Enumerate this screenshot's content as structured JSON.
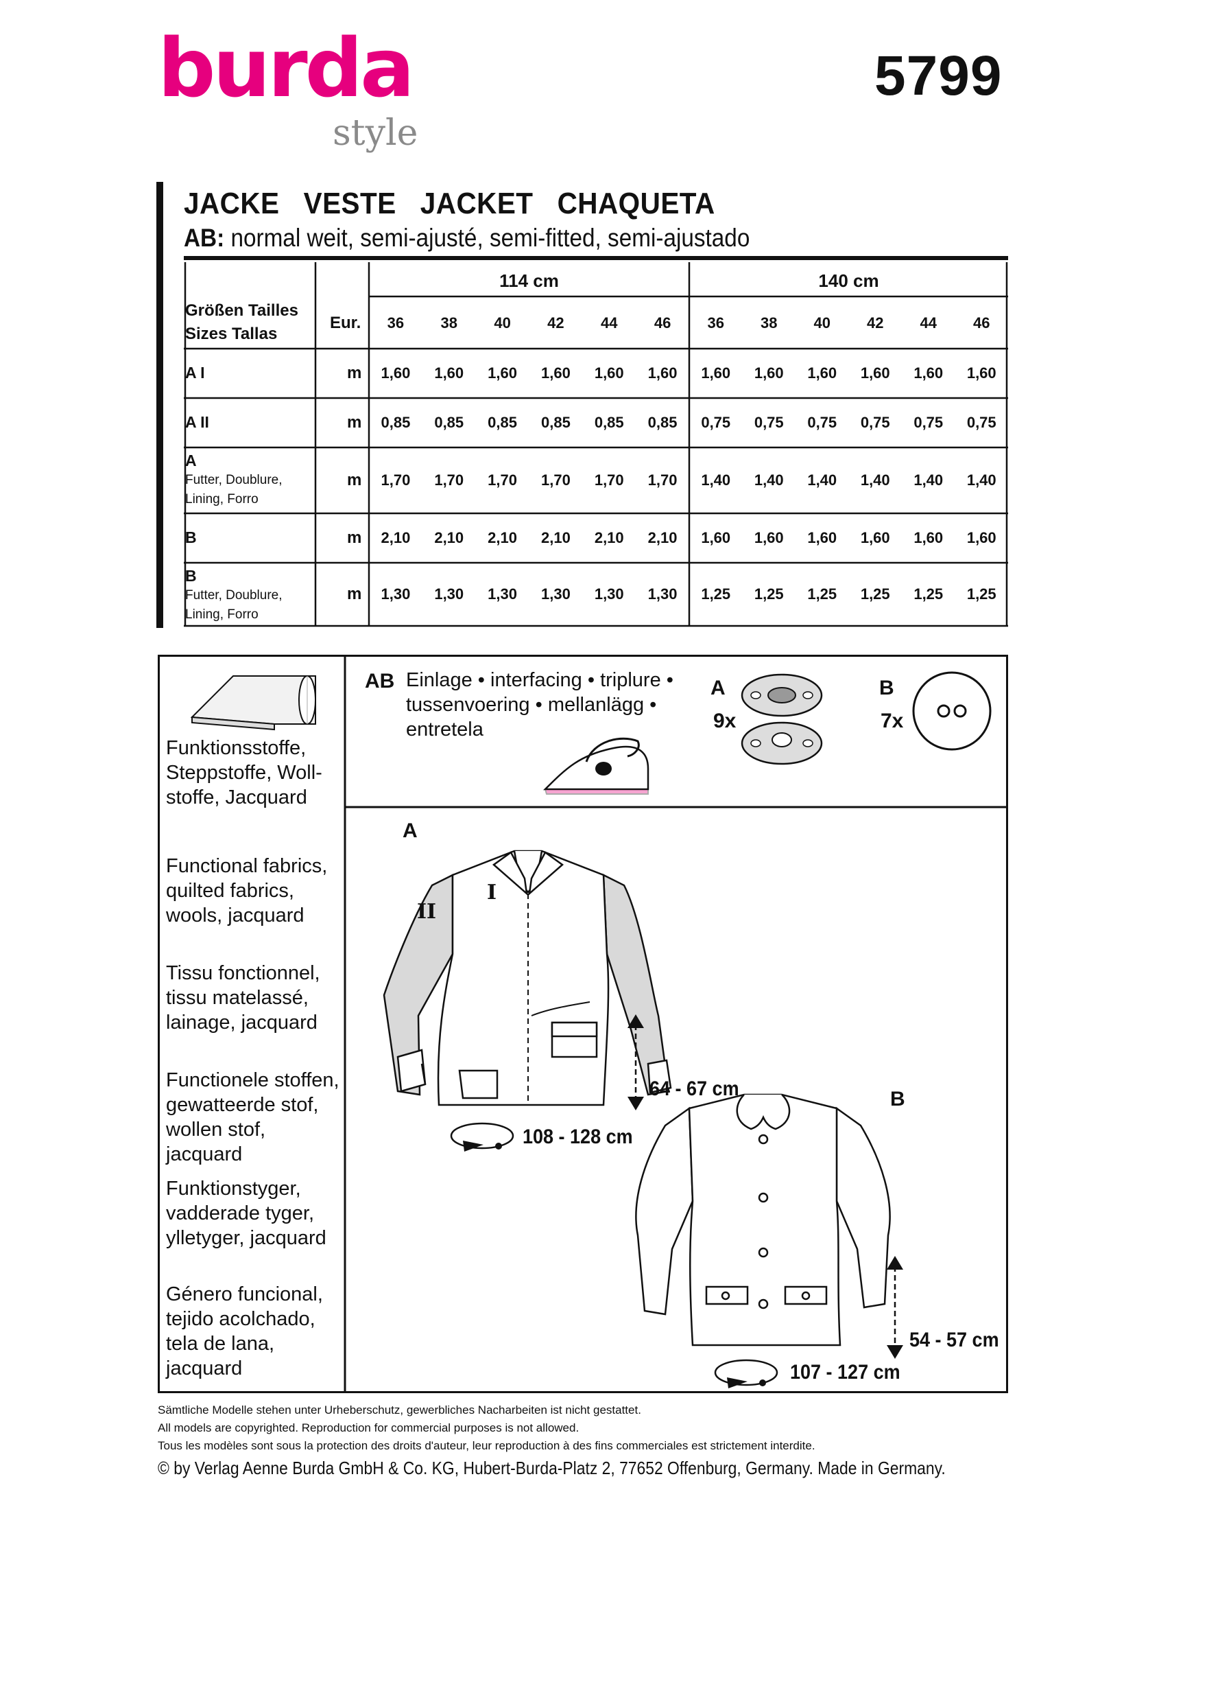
{
  "brand": {
    "name": "burda",
    "sub": "style",
    "color": "#e6007e"
  },
  "pattern_number": "5799",
  "title": "JACKE   VESTE   JACKET   CHAQUETA",
  "subtitle_prefix": "AB:",
  "subtitle_text": " normal weit, semi-ajusté, semi-fitted, semi-ajustado",
  "yardage": {
    "widths": [
      "114 cm",
      "140 cm"
    ],
    "size_label_lines": [
      "Größen  Tailles",
      "Sizes  Tallas"
    ],
    "eur_label": "Eur.",
    "sizes": [
      "36",
      "38",
      "40",
      "42",
      "44",
      "46",
      "36",
      "38",
      "40",
      "42",
      "44",
      "46"
    ],
    "unit": "m",
    "rows": [
      {
        "label": "A I",
        "sub": [],
        "values": [
          "1,60",
          "1,60",
          "1,60",
          "1,60",
          "1,60",
          "1,60",
          "1,60",
          "1,60",
          "1,60",
          "1,60",
          "1,60",
          "1,60"
        ]
      },
      {
        "label": "A II",
        "sub": [],
        "values": [
          "0,85",
          "0,85",
          "0,85",
          "0,85",
          "0,85",
          "0,85",
          "0,75",
          "0,75",
          "0,75",
          "0,75",
          "0,75",
          "0,75"
        ]
      },
      {
        "label": "A",
        "sub": [
          "Futter, Doublure,",
          "Lining, Forro"
        ],
        "values": [
          "1,70",
          "1,70",
          "1,70",
          "1,70",
          "1,70",
          "1,70",
          "1,40",
          "1,40",
          "1,40",
          "1,40",
          "1,40",
          "1,40"
        ]
      },
      {
        "label": "B",
        "sub": [],
        "values": [
          "2,10",
          "2,10",
          "2,10",
          "2,10",
          "2,10",
          "2,10",
          "1,60",
          "1,60",
          "1,60",
          "1,60",
          "1,60",
          "1,60"
        ]
      },
      {
        "label": "B",
        "sub": [
          "Futter, Doublure,",
          "Lining, Forro"
        ],
        "values": [
          "1,30",
          "1,30",
          "1,30",
          "1,30",
          "1,30",
          "1,30",
          "1,25",
          "1,25",
          "1,25",
          "1,25",
          "1,25",
          "1,25"
        ]
      }
    ]
  },
  "fabrics": [
    [
      "Funktionsstoffe,",
      "Steppstoffe, Woll-",
      "stoffe, Jacquard"
    ],
    [
      "Functional fabrics,",
      "quilted fabrics,",
      "wools, jacquard"
    ],
    [
      "Tissu fonctionnel,",
      "tissu matelassé,",
      "lainage, jacquard"
    ],
    [
      "Functionele stoffen,",
      "gewatteerde stof,",
      "wollen stof, jacquard"
    ],
    [
      "Funktionstyger,",
      "vadderade tyger,",
      "ylletyger, jacquard"
    ],
    [
      "Género funcional,",
      "tejido acolchado,",
      "tela de lana,",
      "jacquard"
    ]
  ],
  "interfacing": {
    "label": "AB",
    "lines": [
      "Einlage • interfacing • triplure •",
      "tussenvoering • mellanlägg •",
      "entretela"
    ]
  },
  "notions": [
    {
      "view": "A",
      "qty": "9x",
      "item": "snap-fastener"
    },
    {
      "view": "B",
      "qty": "7x",
      "item": "button"
    }
  ],
  "views": [
    {
      "label": "A",
      "pieces": [
        "I",
        "II"
      ],
      "length": "64 - 67 cm",
      "width": "108 - 128 cm"
    },
    {
      "label": "B",
      "length": "54 - 57 cm",
      "width": "107 - 127 cm"
    }
  ],
  "footer": [
    "Sämtliche Modelle stehen unter Urheberschutz, gewerbliches Nacharbeiten ist nicht gestattet.",
    "All models are copyrighted. Reproduction for commercial purposes is not allowed.",
    "Tous les modèles sont sous la protection des droits d'auteur, leur reproduction à des fins commerciales est strictement interdite."
  ],
  "copyright": "© by Verlag Aenne Burda GmbH & Co. KG, Hubert-Burda-Platz 2, 77652 Offenburg, Germany. Made in Germany."
}
